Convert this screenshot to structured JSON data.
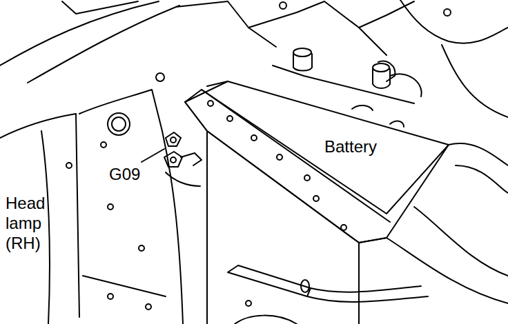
{
  "diagram": {
    "labels": [
      "Head lamp (RH)",
      "G09",
      "Battery"
    ]
  }
}
